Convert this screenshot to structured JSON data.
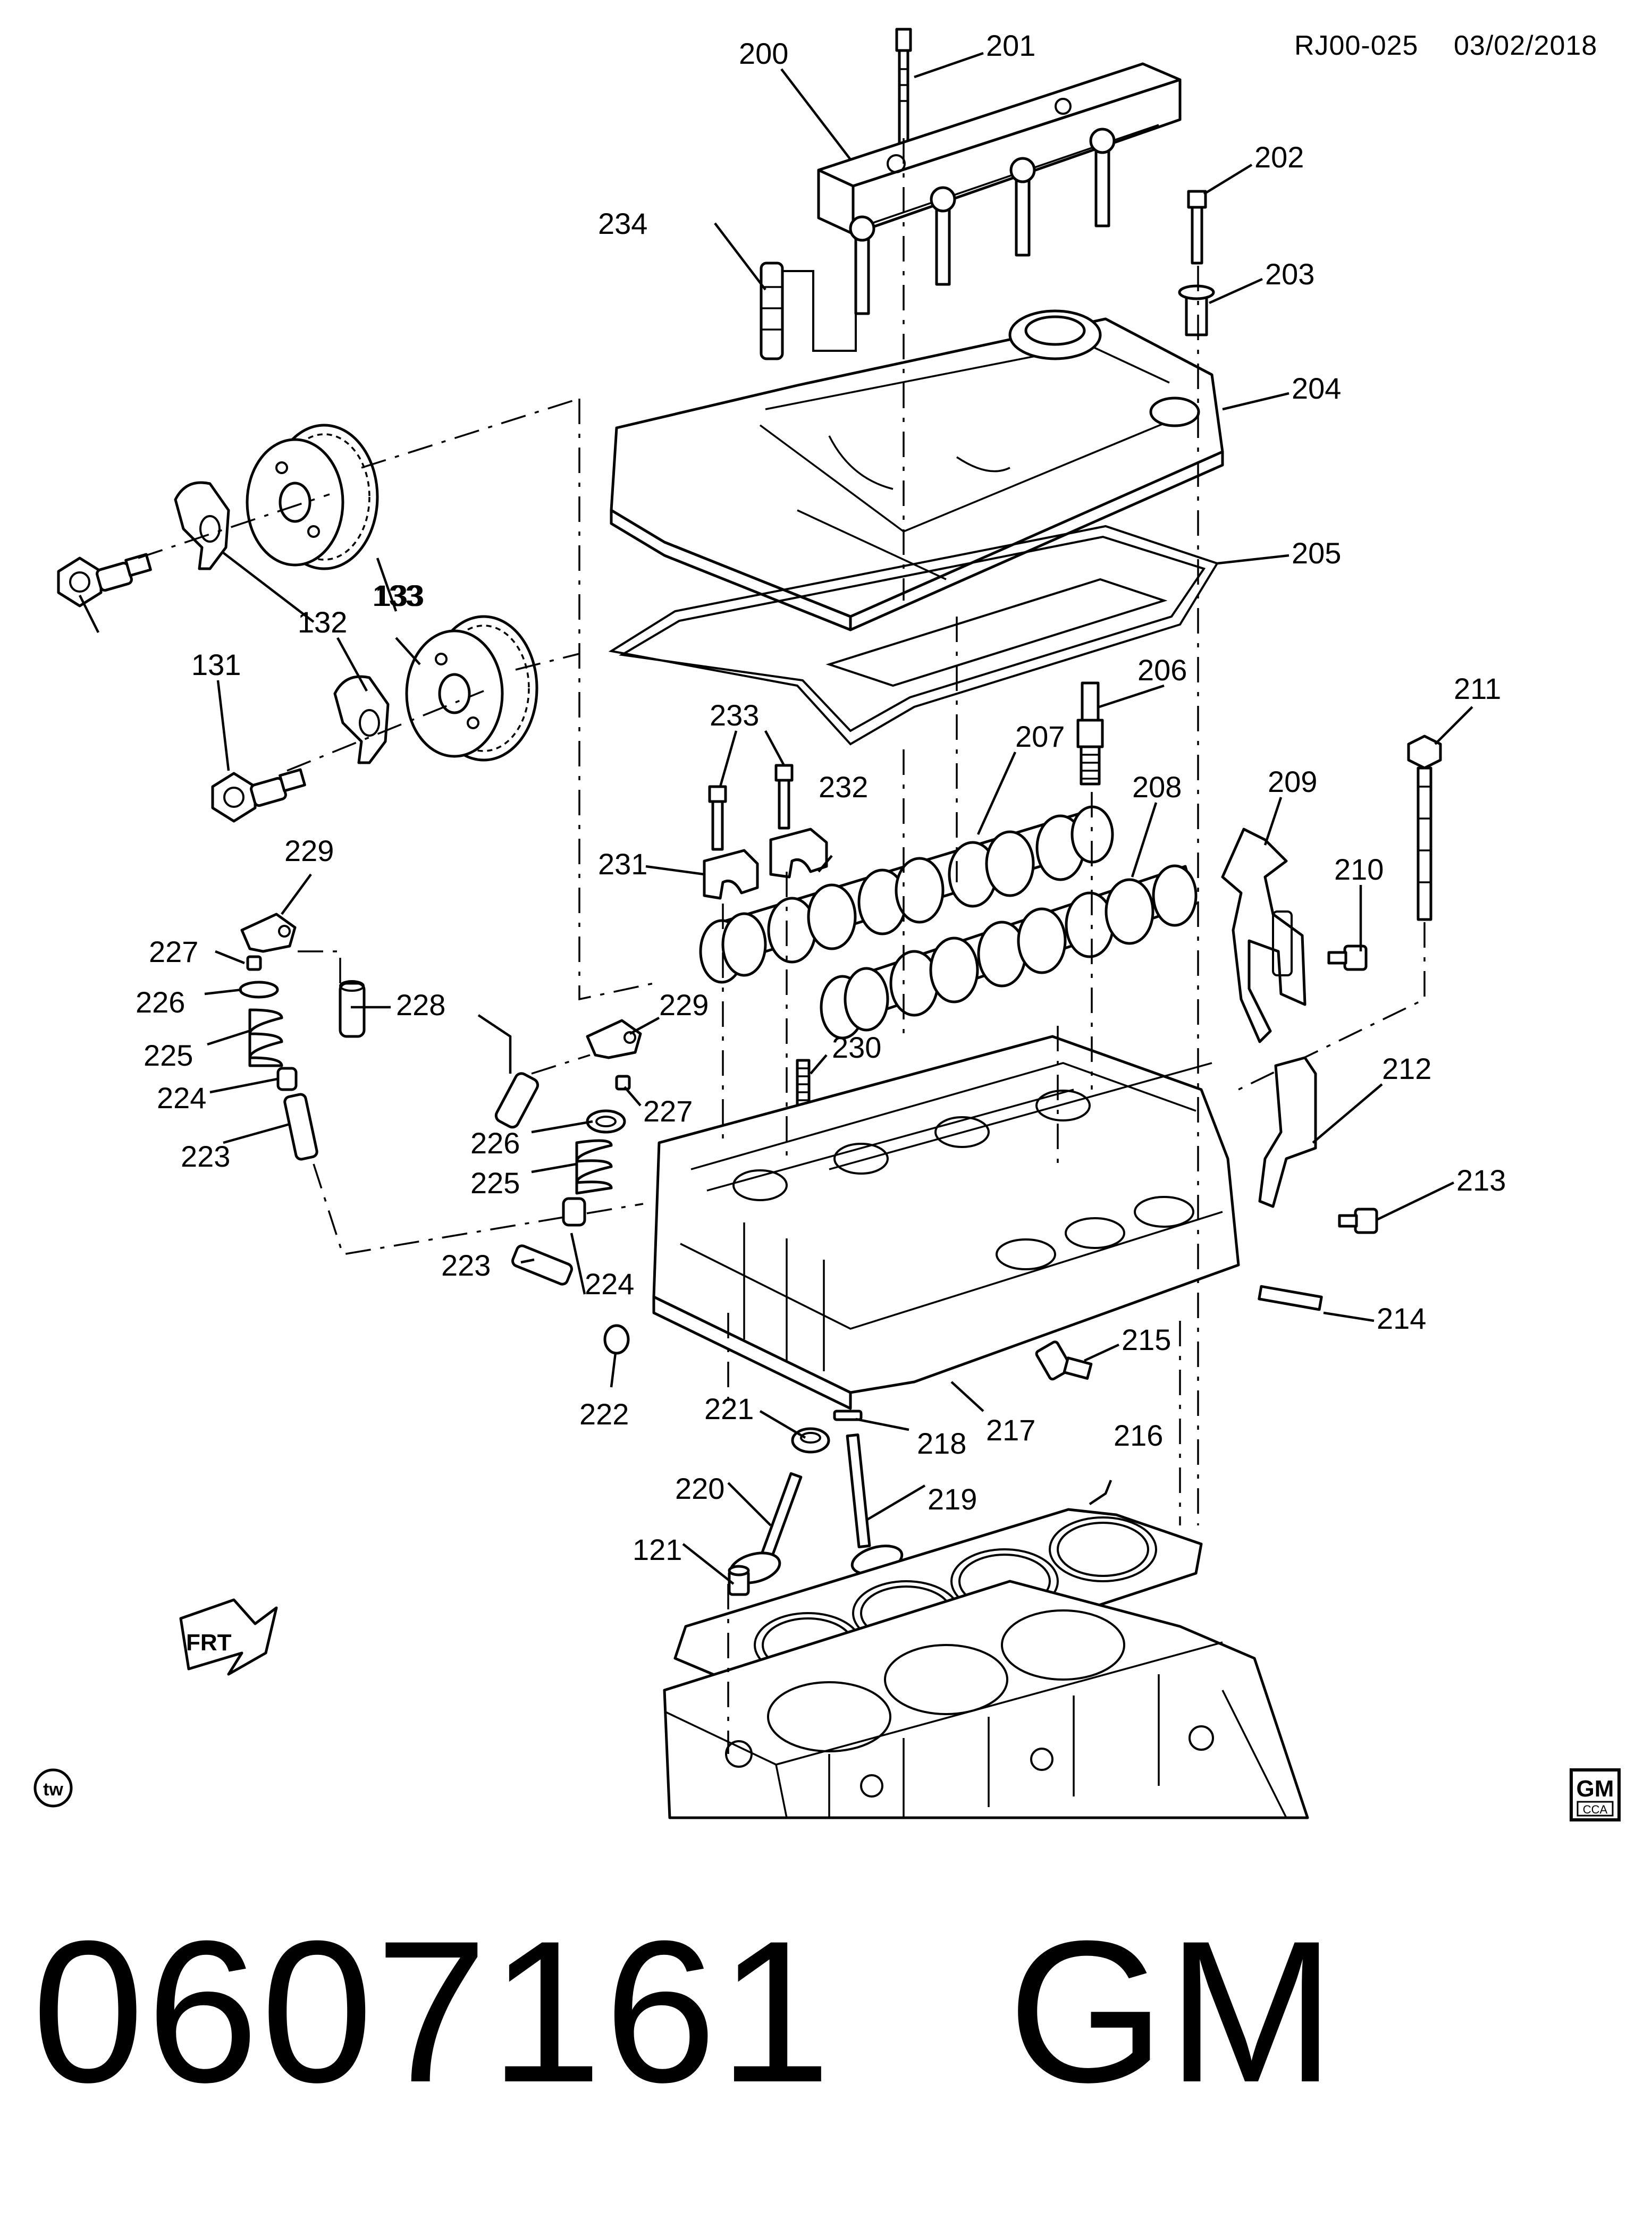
{
  "header": {
    "drawing_id": "RJ00-025",
    "date": "03/02/2018"
  },
  "callouts": [
    "200",
    "201",
    "202",
    "203",
    "204",
    "205",
    "206",
    "207",
    "208",
    "209",
    "210",
    "211",
    "212",
    "213",
    "214",
    "215",
    "216",
    "217",
    "218",
    "219",
    "220",
    "221",
    "222",
    "223",
    "224",
    "225",
    "226",
    "227",
    "228",
    "229",
    "230",
    "231",
    "232",
    "233",
    "234",
    "121",
    "131",
    "132",
    "133"
  ],
  "duplicate_callouts": [
    "229",
    "227",
    "226",
    "225",
    "224",
    "223",
    "133",
    "132",
    "131"
  ],
  "marks": {
    "front_indicator": "FRT",
    "tw_logo": "tw",
    "gm_logo": "GM",
    "gm_logo_sub": "CCA"
  },
  "footer": {
    "catalog_number": "0607161",
    "brand": "GM"
  }
}
